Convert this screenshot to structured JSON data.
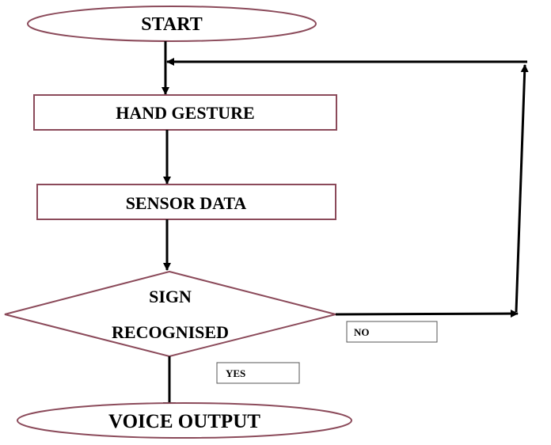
{
  "diagram": {
    "nodes": {
      "start": "START",
      "hand_gesture": "HAND GESTURE",
      "sensor_data": "SENSOR DATA",
      "sign_line1": "SIGN",
      "sign_line2": "RECOGNISED",
      "voice_output": "VOICE OUTPUT"
    },
    "labels": {
      "no": "NO",
      "yes": "YES"
    }
  },
  "colors": {
    "shape_border": "#8B4A5A",
    "connector": "#000000",
    "label_box_border": "#555555"
  }
}
